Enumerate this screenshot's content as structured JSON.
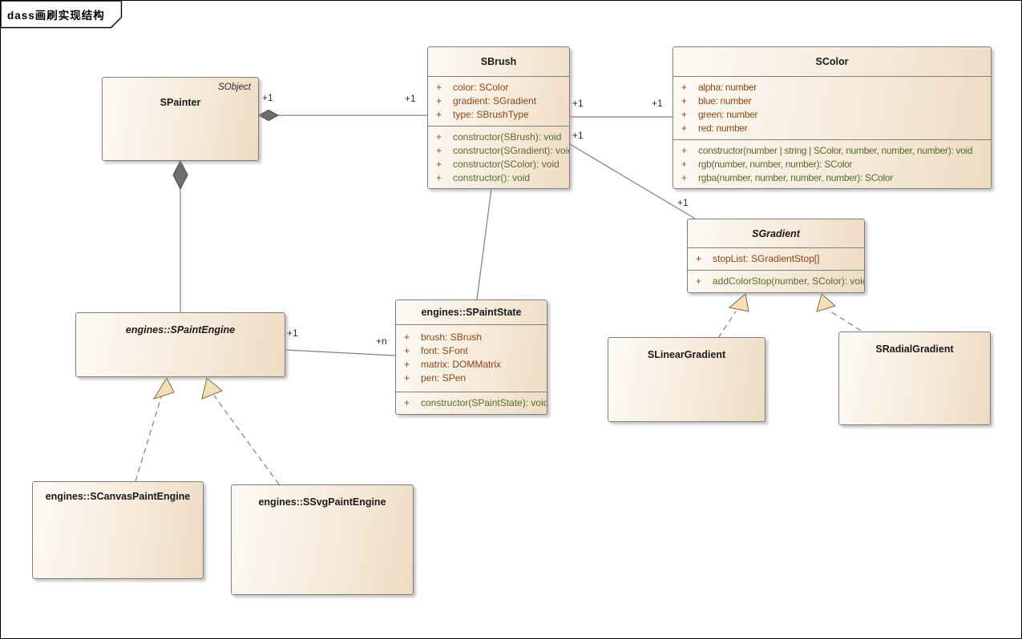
{
  "frame": {
    "label": "dass画刷实现结构"
  },
  "classes": {
    "spainter": {
      "stereotype": "SObject",
      "name": "SPainter"
    },
    "sbrush": {
      "name": "SBrush",
      "attributes": [
        {
          "vis": "+",
          "text": "color: SColor"
        },
        {
          "vis": "+",
          "text": "gradient: SGradient"
        },
        {
          "vis": "+",
          "text": "type: SBrushType"
        }
      ],
      "operations": [
        {
          "vis": "+",
          "text": "constructor(SBrush): void"
        },
        {
          "vis": "+",
          "text": "constructor(SGradient): void"
        },
        {
          "vis": "+",
          "text": "constructor(SColor): void"
        },
        {
          "vis": "+",
          "text": "constructor(): void"
        }
      ]
    },
    "scolor": {
      "name": "SColor",
      "attributes": [
        {
          "vis": "+",
          "text": "alpha: number"
        },
        {
          "vis": "+",
          "text": "blue: number"
        },
        {
          "vis": "+",
          "text": "green: number"
        },
        {
          "vis": "+",
          "text": "red: number"
        }
      ],
      "operations": [
        {
          "vis": "+",
          "text": "constructor(number | string | SColor, number, number, number): void"
        },
        {
          "vis": "+",
          "text": "rgb(number, number, number): SColor"
        },
        {
          "vis": "+",
          "text": "rgba(number, number, number, number): SColor"
        }
      ]
    },
    "sgradient": {
      "name": "SGradient",
      "attributes": [
        {
          "vis": "+",
          "text": "stopList: SGradientStop[]"
        }
      ],
      "operations": [
        {
          "vis": "+",
          "text": "addColorStop(number, SColor): void"
        }
      ]
    },
    "spaintengine": {
      "name": "engines::SPaintEngine"
    },
    "spaintstate": {
      "name": "engines::SPaintState",
      "attributes": [
        {
          "vis": "+",
          "text": "brush: SBrush"
        },
        {
          "vis": "+",
          "text": "font: SFont"
        },
        {
          "vis": "+",
          "text": "matrix: DOMMatrix"
        },
        {
          "vis": "+",
          "text": "pen: SPen"
        }
      ],
      "operations": [
        {
          "vis": "+",
          "text": "constructor(SPaintState): void"
        }
      ]
    },
    "slineargradient": {
      "name": "SLinearGradient"
    },
    "sradialgradient": {
      "name": "SRadialGradient"
    },
    "scanvaspaintengine": {
      "name": "engines::SCanvasPaintEngine"
    },
    "ssvgpaintengine": {
      "name": "engines::SSvgPaintEngine"
    }
  },
  "connectors": {
    "painter_brush": {
      "type": "composition",
      "source_label": "+1",
      "target_label": "+1"
    },
    "brush_color": {
      "type": "association",
      "source_label": "+1",
      "target_label": "+1"
    },
    "brush_gradient": {
      "type": "association",
      "source_label": "+1",
      "target_label": "+1"
    },
    "painter_engine": {
      "type": "composition"
    },
    "engine_state": {
      "type": "association",
      "source_label": "+1",
      "target_label": "+n"
    },
    "brush_state": {
      "type": "association"
    },
    "lineargradient_sgradient": {
      "type": "realization"
    },
    "radialgradient_sgradient": {
      "type": "realization"
    },
    "canvasengine_paintengine": {
      "type": "realization"
    },
    "svgengine_paintengine": {
      "type": "realization"
    }
  },
  "colors": {
    "attribute_text": "#8B4513",
    "operation_text": "#556B2F",
    "box_fill_light": "#FDFAF5",
    "box_fill_dark": "#EEDCC3",
    "box_border": "#7F7F7F",
    "line": "#808080",
    "diamond_fill": "#6E6E6E",
    "triangle_fill": "#F4DFB7"
  }
}
